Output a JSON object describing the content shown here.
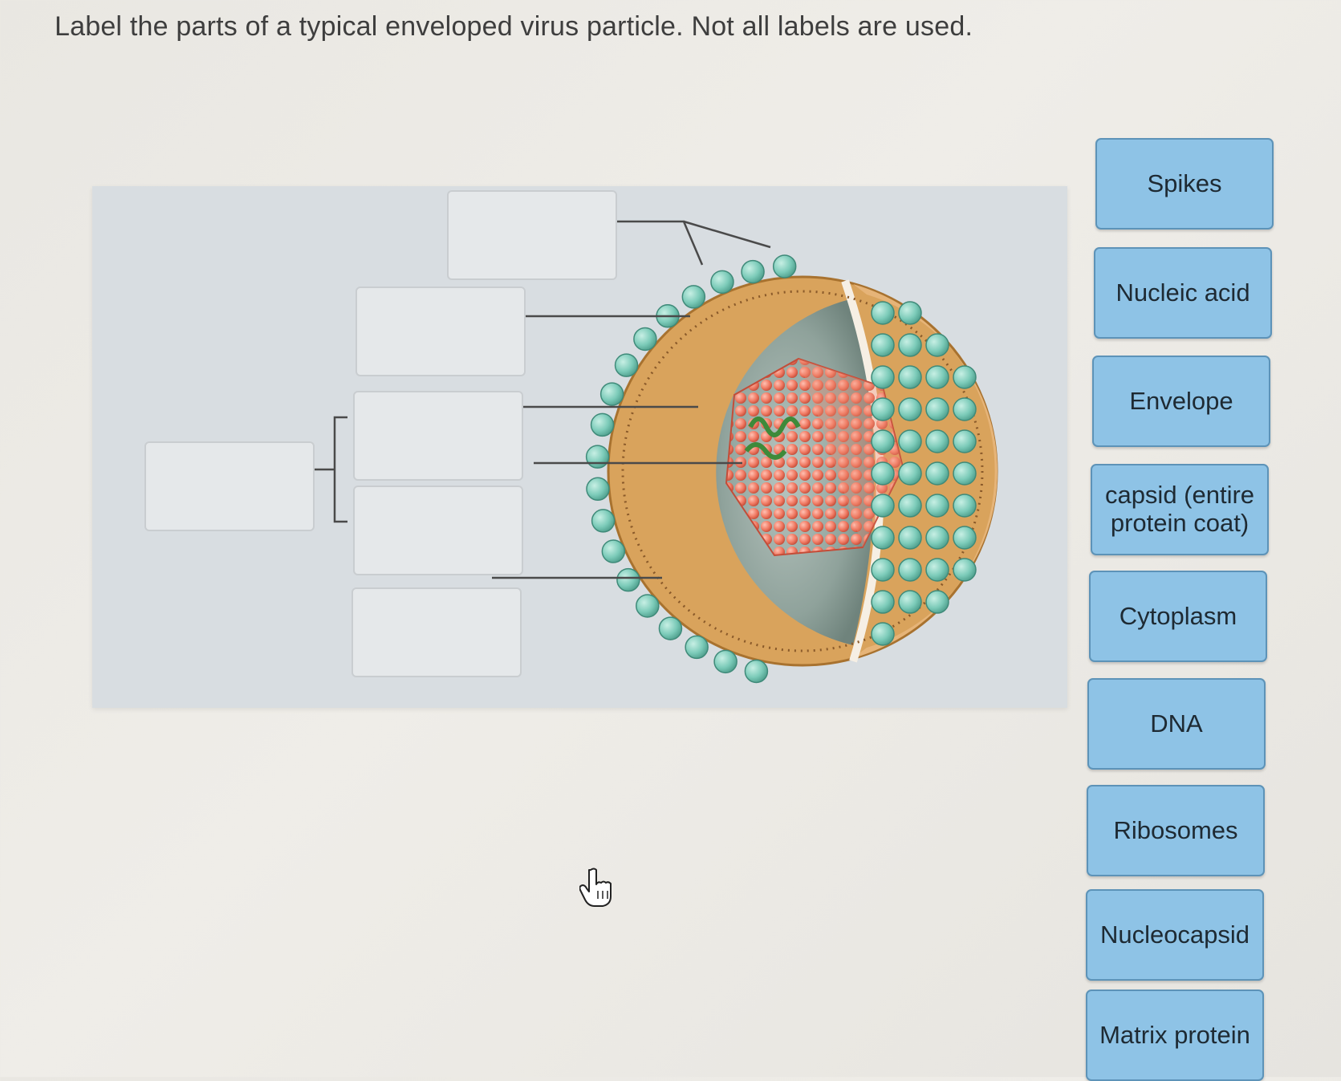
{
  "instructions": "Label the parts of a typical enveloped virus particle. Not all labels are used.",
  "labels": [
    "Spikes",
    "Nucleic acid",
    "Envelope",
    "capsid (entire protein coat)",
    "Cytoplasm",
    "DNA",
    "Ribosomes",
    "Nucleocapsid",
    "Matrix protein"
  ],
  "colors": {
    "label_fill": "#8ec3e6",
    "label_border": "#5d93b8",
    "spike": "#7ccbb9",
    "envelope": "#d9a35c",
    "capsid": "#ee6f5a",
    "nucleic_acid": "#3e8a3a"
  },
  "cursor_icon": "hand-pointer-icon"
}
